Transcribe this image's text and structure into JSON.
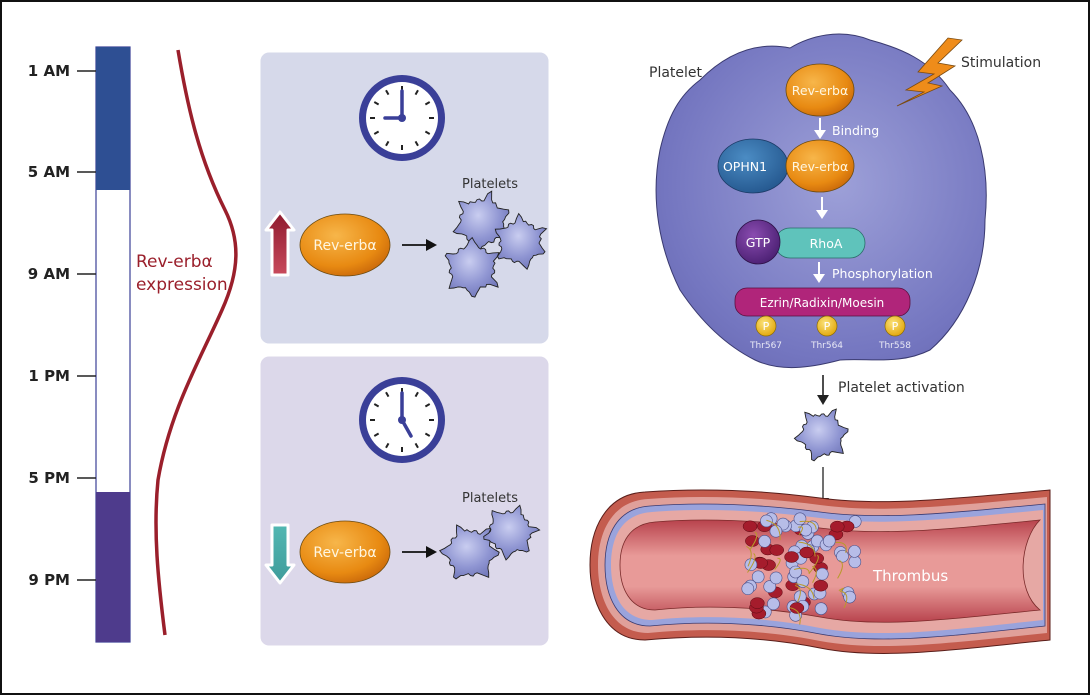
{
  "timeline": {
    "ticks": [
      {
        "label": "1 AM"
      },
      {
        "label": "5 AM"
      },
      {
        "label": "9 AM"
      },
      {
        "label": "1 PM"
      },
      {
        "label": "5 PM"
      },
      {
        "label": "9 PM"
      }
    ],
    "bar_segments": [
      {
        "phase": "night-early",
        "color": "#2e4f93"
      },
      {
        "phase": "day",
        "color": "#ffffff"
      },
      {
        "phase": "night-late",
        "color": "#4e3b8c"
      }
    ],
    "curve_label_line1": "Rev-erbα",
    "curve_label_line2": "expression",
    "curve_color": "#9a1f2b"
  },
  "panels": [
    {
      "clock_time": "9:00",
      "direction": "up",
      "arrow_color": "#a8213a",
      "molecule_label": "Rev-erbα",
      "target_label": "Platelets",
      "platelet_count": 3,
      "background": "#d6d9ea"
    },
    {
      "clock_time": "5:00",
      "direction": "down",
      "arrow_color": "#4fb3b0",
      "molecule_label": "Rev-erbα",
      "target_label": "Platelets",
      "platelet_count": 2,
      "background": "#dcd8ea"
    }
  ],
  "pathway": {
    "cell_label": "Platelet",
    "stimulus_label": "Stimulation",
    "step1_molecule": "Rev-erbα",
    "step1_arrow_label": "Binding",
    "complex_partner": "OPHN1",
    "complex_molecule": "Rev-erbα",
    "gtp_label": "GTP",
    "rhoa_label": "RhoA",
    "step3_arrow_label": "Phosphorylation",
    "erm_label": "Ezrin/Radixin/Moesin",
    "phospho_sites": [
      {
        "badge": "P",
        "site": "Thr567"
      },
      {
        "badge": "P",
        "site": "Thr564"
      },
      {
        "badge": "P",
        "site": "Thr558"
      }
    ],
    "activation_label": "Platelet activation",
    "thrombus_label": "Thrombus"
  },
  "colors": {
    "molecule_orange": "#e88a12",
    "ophn1_blue": "#2d6ea8",
    "gtp_purple": "#5b2a86",
    "rhoa_teal": "#5fc3bb",
    "erm_magenta": "#b0257a",
    "phospho_yellow": "#f2c11a",
    "cell_purple": "#7b7fc4",
    "vessel_red": "#c9505a"
  }
}
